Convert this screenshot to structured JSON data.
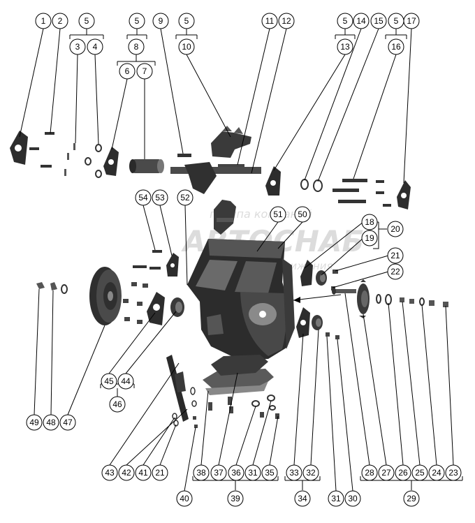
{
  "callouts": {
    "c1": "1",
    "c2": "2",
    "c5a": "5",
    "c3": "3",
    "c4": "4",
    "c5b": "5",
    "c8": "8",
    "c6": "6",
    "c7": "7",
    "c9": "9",
    "c5c": "5",
    "c10": "10",
    "c11": "11",
    "c12": "12",
    "c5d": "5",
    "c13": "13",
    "c14": "14",
    "c15": "15",
    "c5e": "5",
    "c16": "16",
    "c17": "17",
    "c54": "54",
    "c53": "53",
    "c52": "52",
    "c51": "51",
    "c50": "50",
    "c18": "18",
    "c19": "19",
    "c20": "20",
    "c21a": "21",
    "c22": "22",
    "c45": "45",
    "c44": "44",
    "c46": "46",
    "c49": "49",
    "c48": "48",
    "c47": "47",
    "c43": "43",
    "c42": "42",
    "c41": "41",
    "c21b": "21",
    "c40": "40",
    "c38": "38",
    "c37": "37",
    "c36": "36",
    "c31a": "31",
    "c35": "35",
    "c39": "39",
    "c33": "33",
    "c32": "32",
    "c34": "34",
    "c31b": "31",
    "c30": "30",
    "c28": "28",
    "c27": "27",
    "c26": "26",
    "c25": "25",
    "c24": "24",
    "c23": "23",
    "c29": "29"
  },
  "watermark": {
    "line1": "группа компаний",
    "line2": "АВТОСНАБ",
    "line3": "механика движения"
  },
  "colors": {
    "part_dark": "#2f2f2f",
    "part_mid": "#5c5c5c",
    "part_light": "#9a9a9a",
    "line": "#000000",
    "watermark": "#d6d6d6"
  }
}
